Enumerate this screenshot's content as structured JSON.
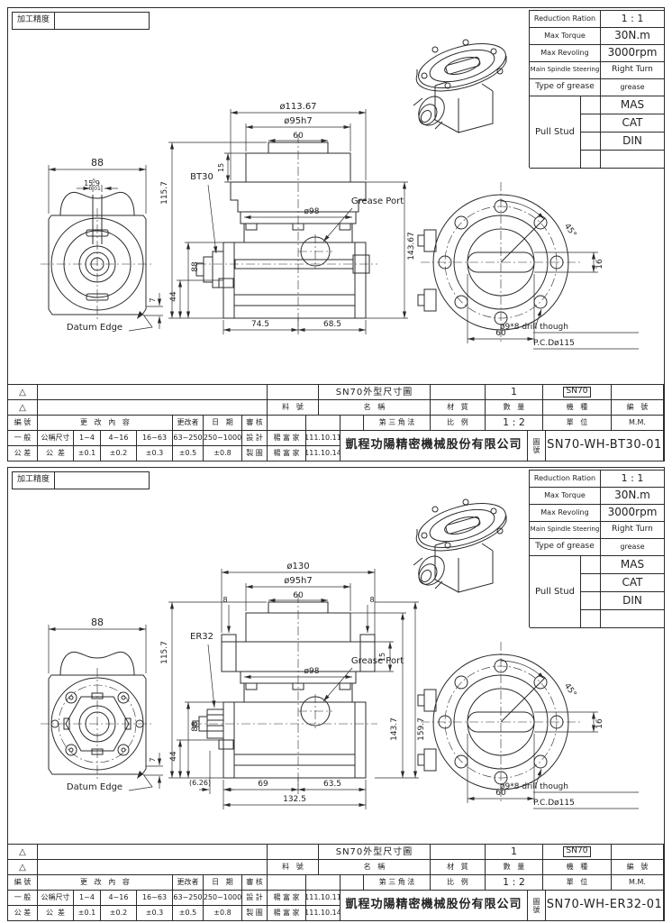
{
  "line_color": "#2b2b2b",
  "sheets": [
    {
      "process_label": "加工精度",
      "spec": {
        "rows": [
          {
            "label": "Reduction Ration",
            "value": "1 : 1"
          },
          {
            "label": "Max Torque",
            "value": "30N.m"
          },
          {
            "label": "Max Revoling",
            "value": "3000rpm"
          },
          {
            "label": "Main Spindle Steering",
            "value": "Right Turn"
          },
          {
            "label": "Type of grease",
            "value": "grease"
          }
        ],
        "pull_stud_label": "Pull Stud",
        "pull_stud_values": [
          "MAS",
          "CAT",
          "DIN",
          ""
        ]
      },
      "dims": {
        "front": {
          "width": "88",
          "key": "15.9",
          "tol_hi": "0",
          "tol_lo": "-0.01",
          "step": "7",
          "datum": "Datum Edge"
        },
        "section": {
          "dia1": "ø113.67",
          "dia2": "ø95h7",
          "w60": "60",
          "h15": "15",
          "taper": "BT30",
          "dia3": "ø98",
          "grease": "Grease Port",
          "h115": "115.7",
          "h88": "88",
          "h44": "44",
          "htot": "143.67",
          "b1": "74.5",
          "b2": "68.5"
        },
        "flange": {
          "a45": "45°",
          "h16": "16",
          "w60": "60",
          "drill": "ø9*8 drill though",
          "pcd": "P.C.Dø115"
        }
      },
      "title_block": {
        "rev1": "△",
        "rev2": "△",
        "title": "SN70外型尺寸圖",
        "qty": "1",
        "model": "SN70",
        "part_no_label": "料   號",
        "name_label": "名   稱",
        "material_label": "材   質",
        "qty_label": "數   量",
        "model_label": "機   種",
        "no_label": "編   號",
        "id_label": "編 號",
        "change_label": "更   改   內   容",
        "changer_label": "更改者",
        "date_label": "日   期",
        "audit_label": "審 核",
        "general_label": "一 般",
        "tol_row_label": "公 差",
        "nominal_label": "公稱尺寸",
        "tol_label": "公  差",
        "ranges": [
          "1~4",
          "4~16",
          "16~63",
          "63~250",
          "250~1000"
        ],
        "tols": [
          "±0.1",
          "±0.2",
          "±0.3",
          "±0.5",
          "±0.8"
        ],
        "design_label": "設 計",
        "draft_label": "製 圖",
        "designer": "楊 富 家",
        "drafter": "楊 富 家",
        "design_date": "111.10.11",
        "draft_date": "111.10.14",
        "projection_label": "第 三 角 法",
        "scale_label": "比   例",
        "scale_value": "1 : 2",
        "unit_label": "單   位",
        "unit_value": "M.M.",
        "company": "凱程功陽精密機械股份有限公司",
        "dno_label": "圖號",
        "drawing_no": "SN70-WH-BT30-01"
      }
    },
    {
      "process_label": "加工精度",
      "spec": {
        "rows": [
          {
            "label": "Reduction Ration",
            "value": "1 : 1"
          },
          {
            "label": "Max Torque",
            "value": "30N.m"
          },
          {
            "label": "Max Revoling",
            "value": "3000rpm"
          },
          {
            "label": "Main Spindle Steering",
            "value": "Right Turn"
          },
          {
            "label": "Type of grease",
            "value": "grease"
          }
        ],
        "pull_stud_label": "Pull Stud",
        "pull_stud_values": [
          "MAS",
          "CAT",
          "DIN",
          ""
        ]
      },
      "dims": {
        "front": {
          "width": "88",
          "step": "7",
          "datum": "Datum Edge"
        },
        "section": {
          "dia1": "ø130",
          "dia2": "ø95h7",
          "w60": "60",
          "lug_l": "8",
          "lug_r": "8",
          "h15": "15",
          "taper": "ER32",
          "dia3": "ø98",
          "grease": "Grease Port",
          "h115": "115.7",
          "h88": "88",
          "h44": "44",
          "h143": "143.7",
          "h159": "159.7",
          "nose": "(6.26)",
          "b1": "69",
          "b2": "63.5",
          "btot": "132.5"
        },
        "flange": {
          "a45": "45°",
          "h16": "16",
          "w60": "60",
          "drill": "ø9*8 drill though",
          "pcd": "P.C.Dø115"
        }
      },
      "title_block": {
        "rev1": "△",
        "rev2": "△",
        "title": "SN70外型尺寸圖",
        "qty": "1",
        "model": "SN70",
        "part_no_label": "料   號",
        "name_label": "名   稱",
        "material_label": "材   質",
        "qty_label": "數   量",
        "model_label": "機   種",
        "no_label": "編   號",
        "id_label": "編 號",
        "change_label": "更   改   內   容",
        "changer_label": "更改者",
        "date_label": "日   期",
        "audit_label": "審 核",
        "general_label": "一 般",
        "tol_row_label": "公 差",
        "nominal_label": "公稱尺寸",
        "tol_label": "公  差",
        "ranges": [
          "1~4",
          "4~16",
          "16~63",
          "63~250",
          "250~1000"
        ],
        "tols": [
          "±0.1",
          "±0.2",
          "±0.3",
          "±0.5",
          "±0.8"
        ],
        "design_label": "設 計",
        "draft_label": "製 圖",
        "designer": "楊 富 家",
        "drafter": "楊 富 家",
        "design_date": "111.10.11",
        "draft_date": "111.10.14",
        "projection_label": "第 三 角 法",
        "scale_label": "比   例",
        "scale_value": "1 : 2",
        "unit_label": "單   位",
        "unit_value": "M.M.",
        "company": "凱程功陽精密機械股份有限公司",
        "dno_label": "圖號",
        "drawing_no": "SN70-WH-ER32-01"
      }
    }
  ]
}
